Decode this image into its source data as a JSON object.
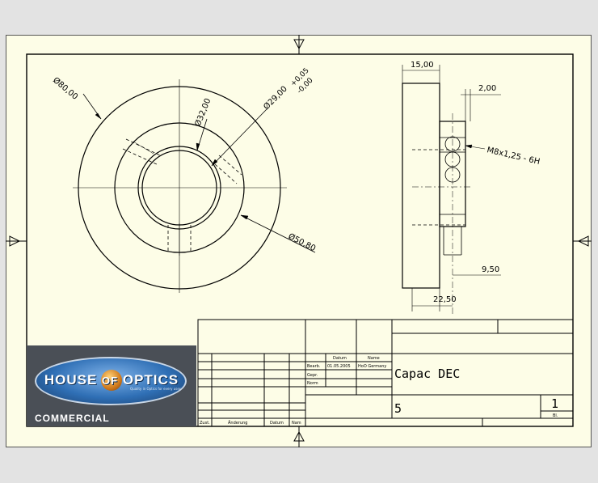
{
  "drawing": {
    "dims": {
      "d80": "Ø80,00",
      "d32": "Ø32,00",
      "d29_base": "Ø29,00",
      "d29_plus": "+0,05",
      "d29_minus": "-0,00",
      "d50": "Ø50,80",
      "w15": "15,00",
      "w2": "2,00",
      "thread": "M8x1,25 - 6H",
      "w9": "9,50",
      "w22": "22,50"
    }
  },
  "title_block": {
    "col_datum": "Datum",
    "col_name": "Name",
    "row_bearb": "Bearb.",
    "row_gepr": "Gepr.",
    "row_norm": "Norm",
    "date_value": "01.05.2005",
    "name_value": "HoO Germany",
    "part_title": "Capac DEC",
    "drawing_number": "5",
    "sheet_number": "1",
    "sheet_label": "Bl.",
    "foot_zust": "Zust.",
    "foot_aend": "Änderung",
    "foot_datum": "Datum",
    "foot_name": "Nam"
  },
  "logo": {
    "text_left": "HOUSE",
    "text_mid": "OF",
    "text_right": "OPTICS",
    "sub": "COMMERCIAL",
    "tagline": "Quality in Optics for every user",
    "colors": {
      "bg": "#4a4f56",
      "oval": "#2f6fb5",
      "ball": "#d07a1c"
    }
  }
}
